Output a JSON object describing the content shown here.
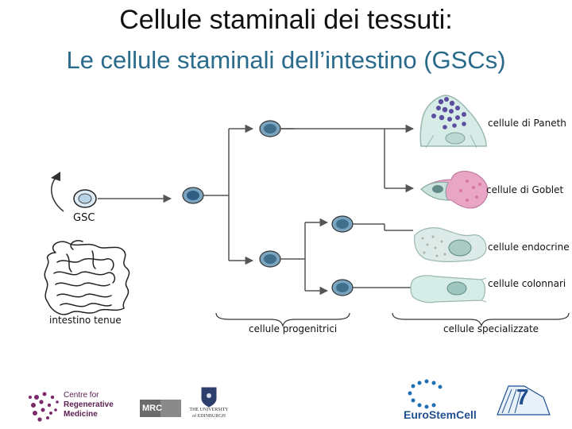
{
  "title": "Cellule staminali dei tessuti:",
  "subtitle": "Le cellule staminali dell’intestino (GSCs)",
  "labels": {
    "gsc": "GSC",
    "intestine": "intestino tenue",
    "progenitors": "cellule progenitrici",
    "specialized": "cellule specializzate"
  },
  "cell_types": [
    {
      "name": "cellule di Paneth"
    },
    {
      "name": "cellule di Goblet"
    },
    {
      "name": "cellule endocrine"
    },
    {
      "name": "cellule colonnari"
    }
  ],
  "logos": {
    "crm": [
      "Centre for",
      "Regenerative",
      "Medicine"
    ],
    "mrc": "MRC",
    "edinburgh": [
      "THE UNIVERSITY",
      "of EDINBURGH"
    ],
    "eurostemcell": "EuroStemCell",
    "fp7": "7"
  },
  "colors": {
    "title": "#111111",
    "subtitle": "#2a6a8a",
    "cell_gsc": "#c7dff0",
    "cell_nucleus": "#4a6e8a",
    "cell_progenitor": "#2e5f83",
    "cell_late": "#3f6f8c",
    "line": "#555555",
    "crm_purple": "#7a2a6b",
    "eurostemcell_blue": "#1f6fb5"
  }
}
